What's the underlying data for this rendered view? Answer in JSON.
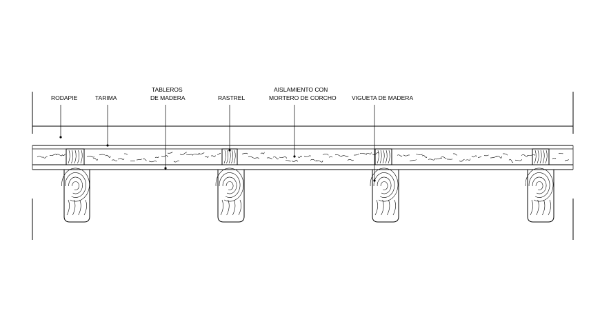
{
  "labels": {
    "rodapie": "RODAPIE",
    "tarima": "TARIMA",
    "tableros_1": "TABLEROS",
    "tableros_2": "DE MADERA",
    "rastrel": "RASTREL",
    "aislamiento_1": "AISLAMIENTO CON",
    "aislamiento_2": "MORTERO DE CORCHO",
    "vigueta": "VIGUETA DE MADERA"
  }
}
